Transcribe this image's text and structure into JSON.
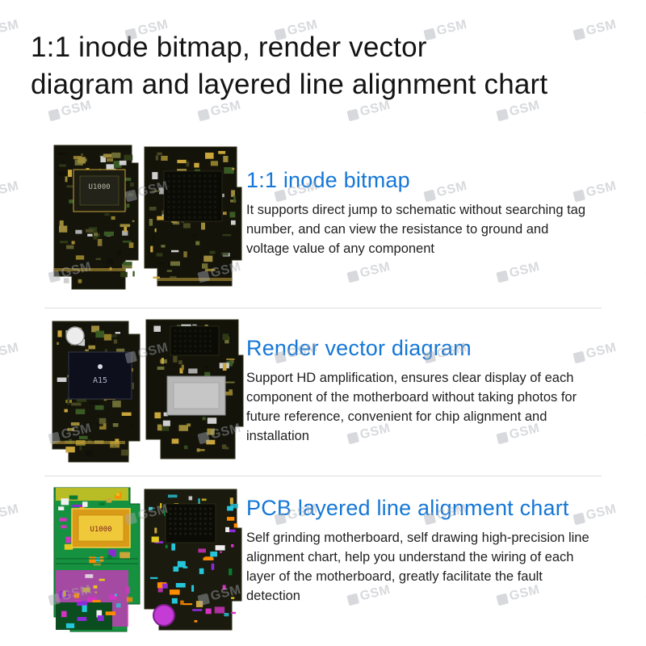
{
  "page": {
    "title_line1": "1:1 inode bitmap, render vector",
    "title_line2": "diagram and layered line alignment chart"
  },
  "watermark": {
    "text": "GSM"
  },
  "sections": [
    {
      "heading": "1:1 inode bitmap",
      "body": "It supports direct jump to schematic without searching tag number, and can view the resistance to ground and voltage value of any component",
      "chip_label": "U1000"
    },
    {
      "heading": "Render vector diagram",
      "body": "Support HD amplification, ensures clear display of each component of the motherboard without taking photos for future reference, convenient for chip alignment and installation",
      "chip_label": "A15"
    },
    {
      "heading": "PCB layered line alignment chart",
      "body": "Self grinding motherboard, self drawing high-precision line alignment chart, help you understand the wiring of each layer of the motherboard, greatly facilitate the fault detection",
      "chip_label": "U1000"
    }
  ],
  "colors": {
    "accent": "#1577d6",
    "title": "#141414",
    "body": "#1f1f1f",
    "divider": "#dedede",
    "watermark": "#a9adb4"
  }
}
